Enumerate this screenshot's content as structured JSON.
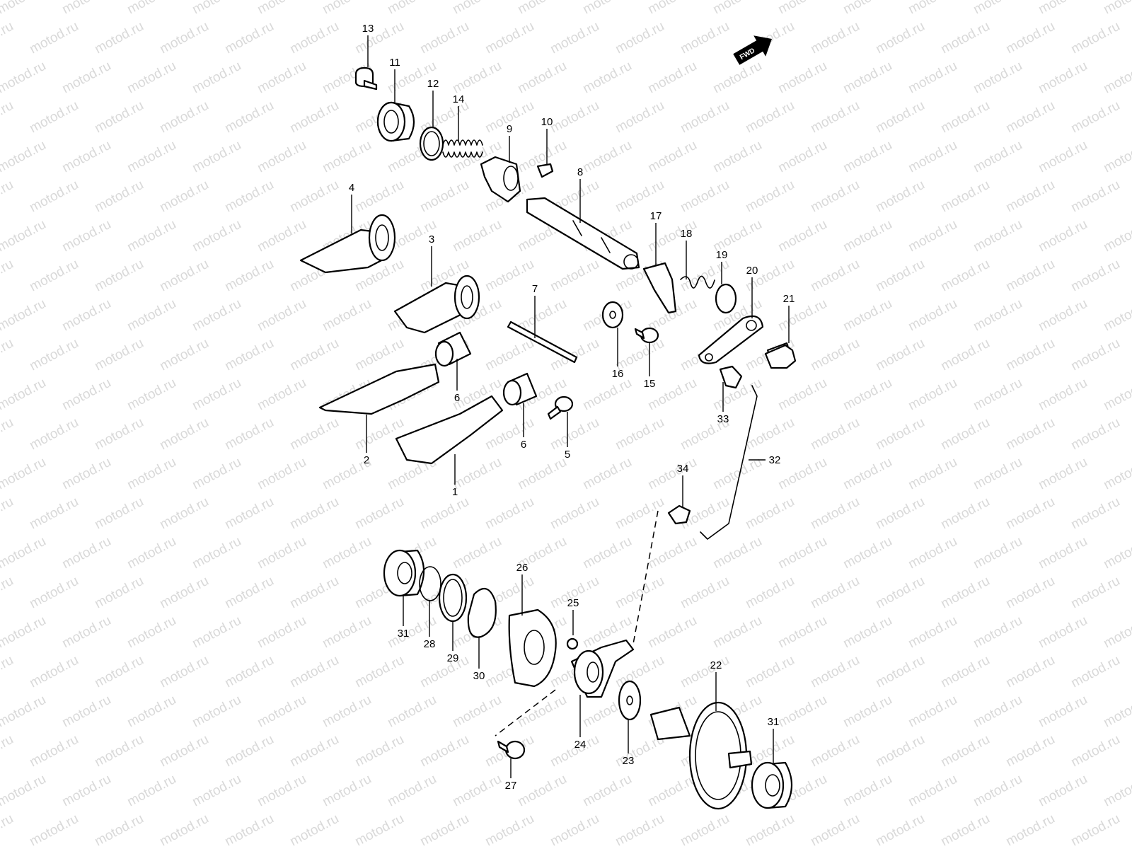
{
  "watermark": "motod.ru",
  "direction_label": "FWD",
  "callouts": [
    "1",
    "2",
    "3",
    "4",
    "5",
    "6",
    "6",
    "7",
    "8",
    "9",
    "10",
    "11",
    "12",
    "13",
    "14",
    "15",
    "16",
    "17",
    "18",
    "19",
    "20",
    "21",
    "22",
    "23",
    "24",
    "25",
    "26",
    "27",
    "28",
    "29",
    "30",
    "31",
    "31",
    "32",
    "33",
    "34"
  ]
}
